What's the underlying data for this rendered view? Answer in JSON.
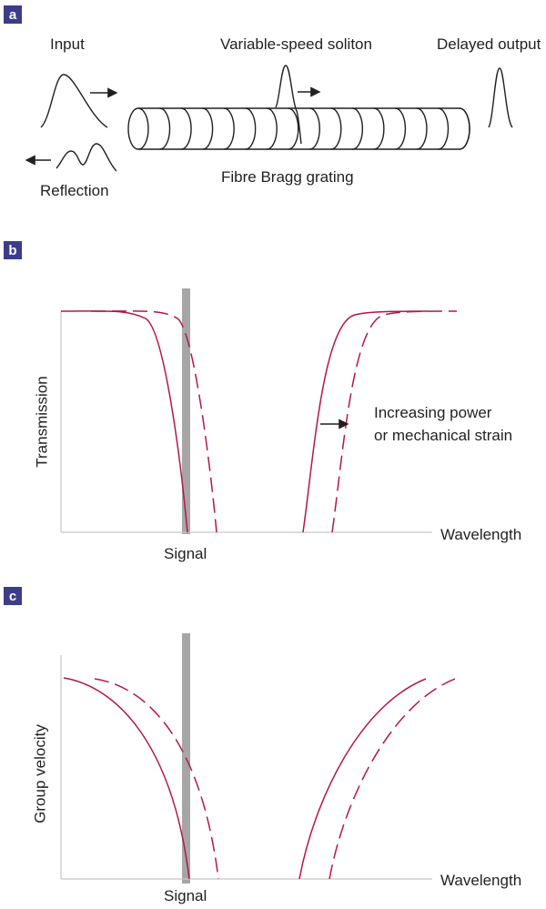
{
  "colors": {
    "badge": "#3c3c8c",
    "curve": "#b5164b",
    "signal_bar": "#a6a6a6",
    "ink": "#231f20"
  },
  "panel_a": {
    "badge": "a",
    "input_label": "Input",
    "soliton_label": "Variable-speed soliton",
    "output_label": "Delayed output",
    "reflection_label": "Reflection",
    "grating_label": "Fibre Bragg grating"
  },
  "panel_b": {
    "badge": "b",
    "ylabel": "Transmission",
    "xlabel": "Wavelength",
    "signal_label": "Signal",
    "annotation_line1": "Increasing power",
    "annotation_line2": "or mechanical strain"
  },
  "panel_c": {
    "badge": "c",
    "ylabel": "Group velocity",
    "xlabel": "Wavelength",
    "signal_label": "Signal"
  }
}
